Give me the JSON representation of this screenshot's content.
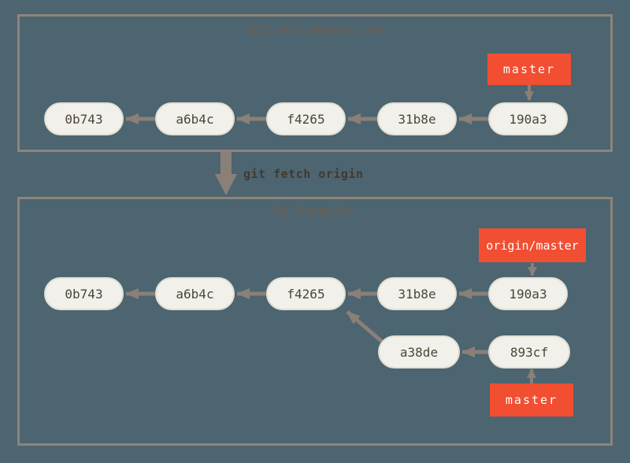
{
  "colors": {
    "background": "#4c6570",
    "box_border": "#8e837b",
    "arrow": "#8a8078",
    "commit_fill": "#f1f0ea",
    "commit_text": "#4e443a",
    "branch_fill": "#f14e32",
    "branch_text": "#ffffff",
    "title_text": "#665c54",
    "command_text": "#44392f"
  },
  "remote": {
    "title": "git.ourcompany.com",
    "branch_label": "master",
    "commits": [
      "0b743",
      "a6b4c",
      "f4265",
      "31b8e",
      "190a3"
    ]
  },
  "command": {
    "label": "git fetch origin"
  },
  "local": {
    "title": "My Computer",
    "remote_tracking_label": "origin/master",
    "branch_label": "master",
    "main_commits": [
      "0b743",
      "a6b4c",
      "f4265",
      "31b8e",
      "190a3"
    ],
    "branch_commits": [
      "a38de",
      "893cf"
    ]
  }
}
